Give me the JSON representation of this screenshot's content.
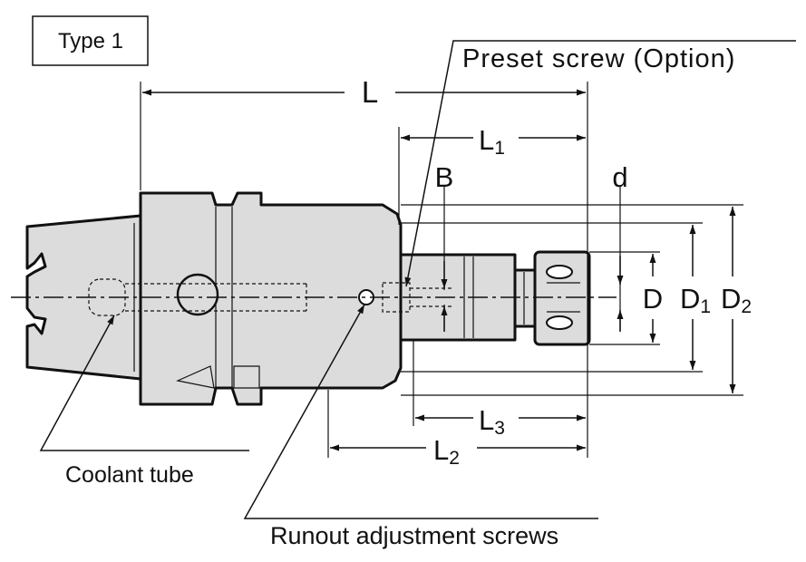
{
  "type_label": "Type 1",
  "callouts": {
    "preset_screw": "Preset screw (Option)",
    "coolant_tube": "Coolant tube",
    "runout_screws": "Runout adjustment screws"
  },
  "dimensions": {
    "L": "L",
    "L1_main": "L",
    "L1_sub": "1",
    "L2_main": "L",
    "L2_sub": "2",
    "L3_main": "L",
    "L3_sub": "3",
    "B": "B",
    "d": "d",
    "D": "D",
    "D1_main": "D",
    "D1_sub": "1",
    "D2_main": "D",
    "D2_sub": "2"
  }
}
